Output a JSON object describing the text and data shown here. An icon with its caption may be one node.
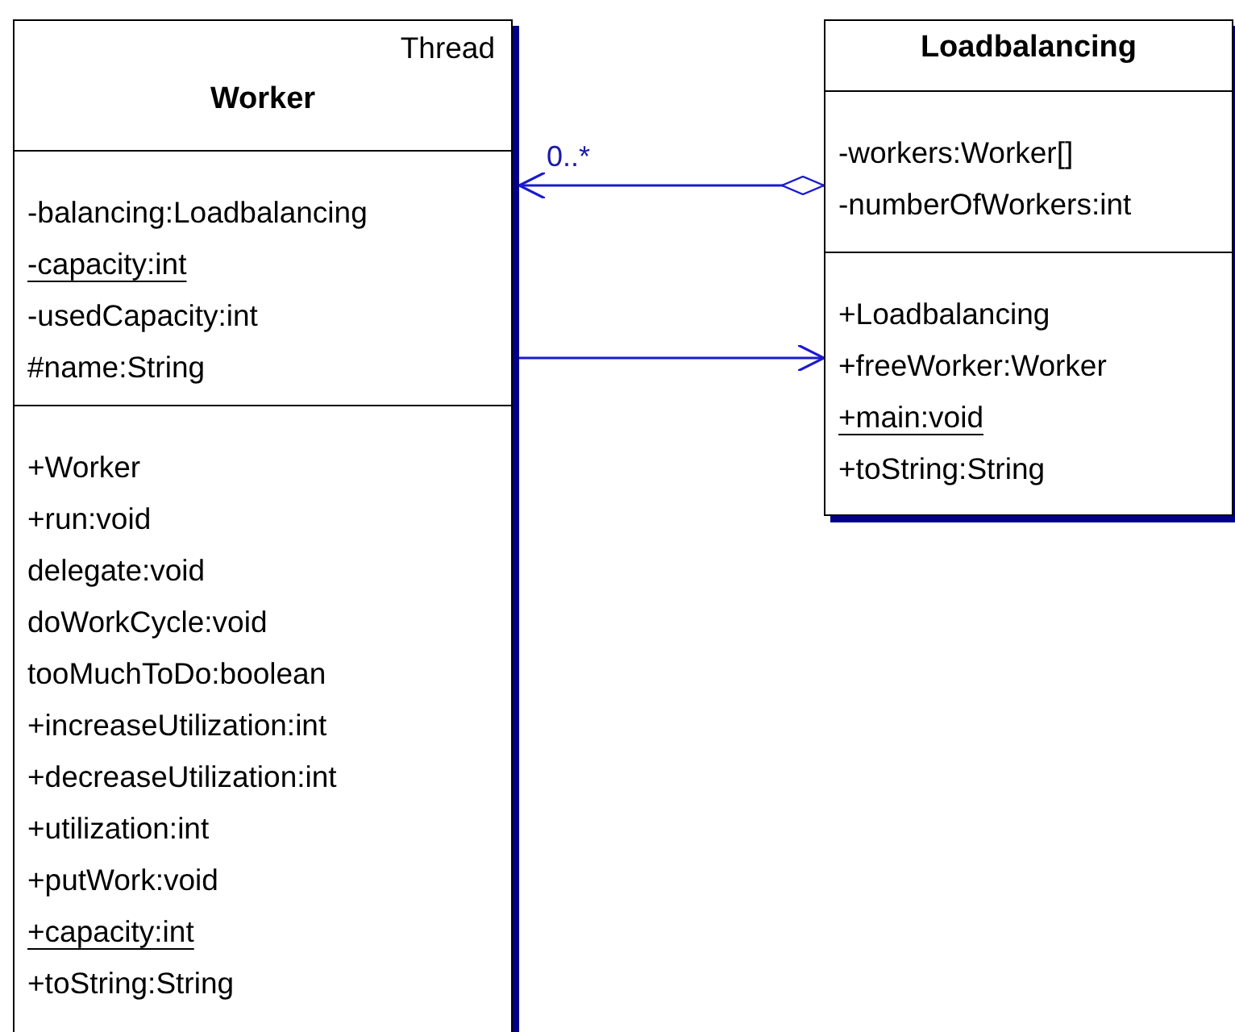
{
  "diagram": {
    "nodes": [
      {
        "text": [
          "Thread",
          "Worker"
        ]
      },
      {
        "text": [
          "-balancing:Loadbalancing",
          "-capacity:int",
          "-usedCapacity:int",
          "#name:String"
        ],
        "in": 0
      },
      {
        "text": [
          "+Worker",
          "+run:void",
          "delegate:void",
          "doWorkCycle:void",
          "tooMuchToDo:boolean",
          "+increaseUtilization:int",
          "+decreaseUtilization:int",
          "+utilization:int",
          "+putWork:void",
          "+capacity:int",
          "+toString:String"
        ],
        "in": 0
      },
      {
        "text": [
          "Loadbalancing"
        ]
      },
      {
        "text": [
          "-workers:Worker[]",
          "-numberOfWorkers:int"
        ],
        "in": 3
      },
      {
        "text": [
          "+Loadbalancing",
          "+freeWorker:Worker",
          "+main:void",
          "+toString:String"
        ],
        "in": 3
      }
    ],
    "edges": [
      {
        "from": 4,
        "to": 1,
        "arrow": "to",
        "label": "0..*"
      },
      {
        "from": 1,
        "to": 5,
        "arrow": "to"
      }
    ]
  }
}
